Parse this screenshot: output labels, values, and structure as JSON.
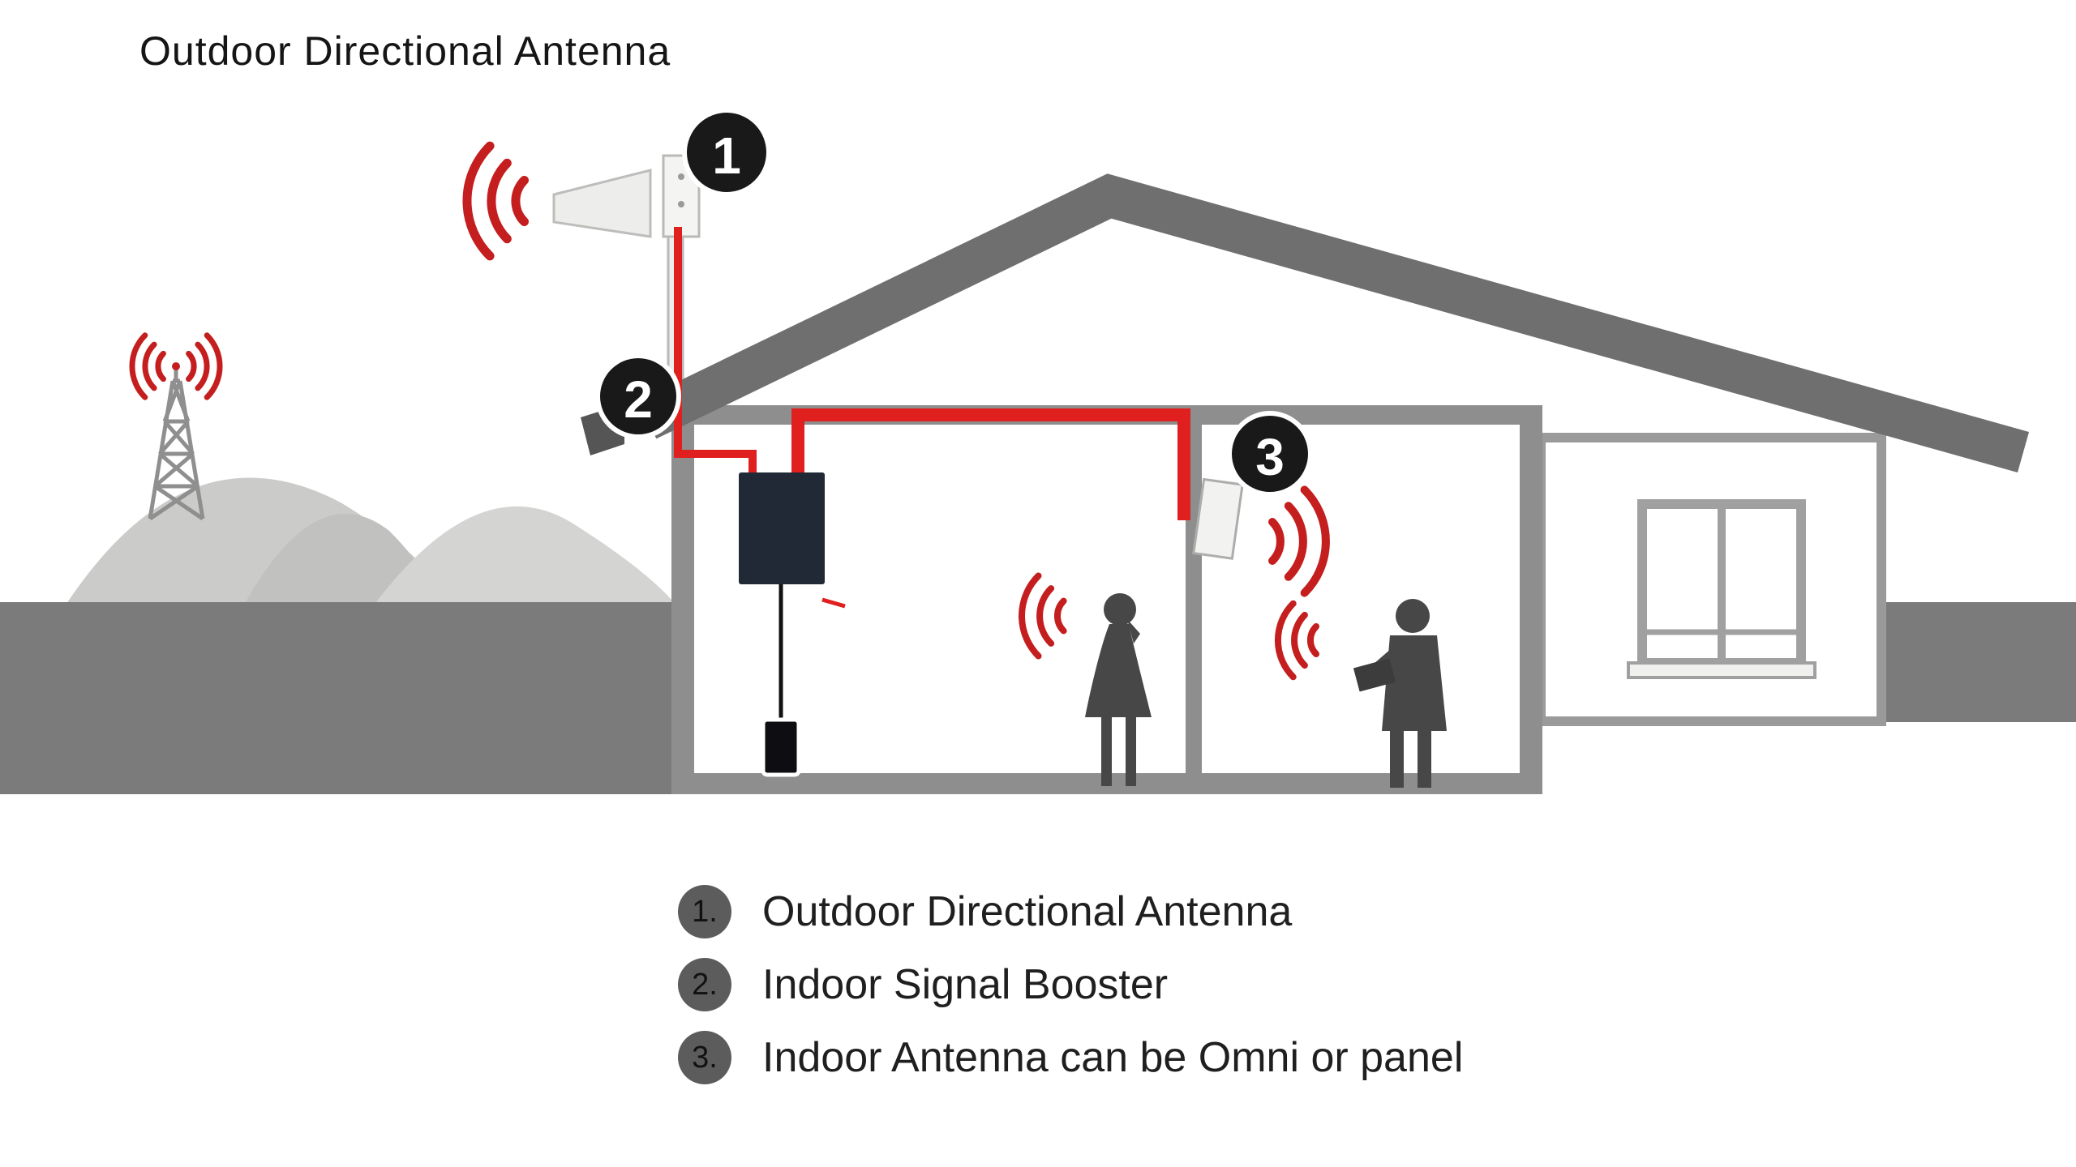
{
  "title": "Outdoor Directional Antenna",
  "markers": {
    "m1": "1",
    "m2": "2",
    "m3": "3"
  },
  "legend": {
    "items": [
      {
        "number": "1.",
        "label": "Outdoor Directional Antenna"
      },
      {
        "number": "2.",
        "label": "Indoor Signal Booster"
      },
      {
        "number": "3.",
        "label": "Indoor Antenna can be Omni or panel"
      }
    ]
  },
  "colors": {
    "signal_red": "#c41e1e",
    "cable_red": "#e01f1f",
    "roof_gray": "#6f6f6f",
    "ground_gray": "#7b7b7b",
    "wall_gray": "#8e8e8e",
    "hill_gray": "#cbcbc9",
    "booster_navy": "#222936",
    "marker_black": "#191919",
    "legend_circle_gray": "#5c5c5c",
    "silhouette_gray": "#474747"
  }
}
